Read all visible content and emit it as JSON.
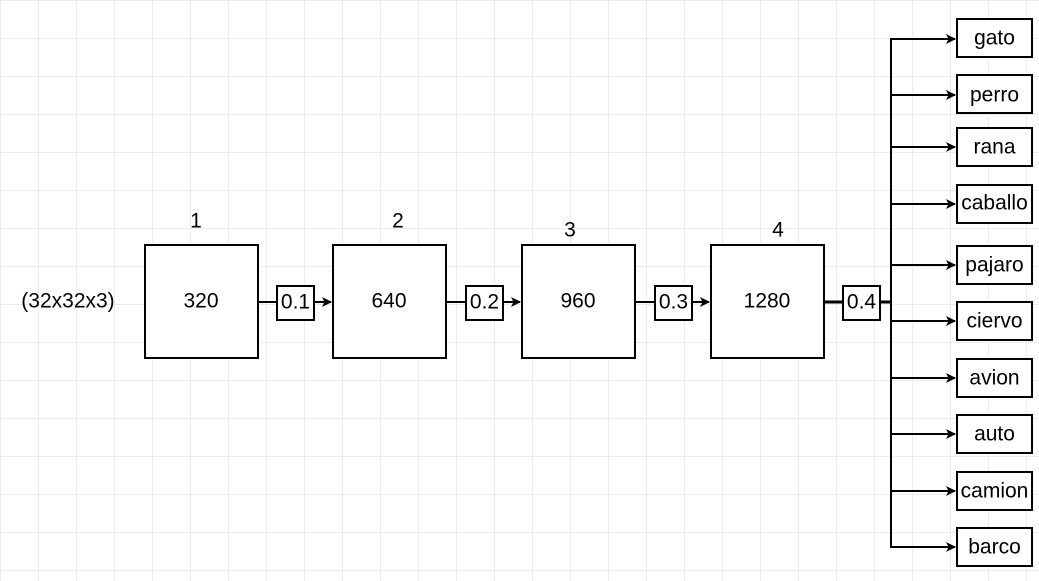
{
  "input_label": "(32x32x3)",
  "layers": [
    {
      "index": "1",
      "units": "320"
    },
    {
      "index": "2",
      "units": "640"
    },
    {
      "index": "3",
      "units": "960"
    },
    {
      "index": "4",
      "units": "1280"
    }
  ],
  "dropouts": [
    "0.1",
    "0.2",
    "0.3",
    "0.4"
  ],
  "classes": [
    "gato",
    "perro",
    "rana",
    "caballo",
    "pajaro",
    "ciervo",
    "avion",
    "auto",
    "camion",
    "barco"
  ]
}
